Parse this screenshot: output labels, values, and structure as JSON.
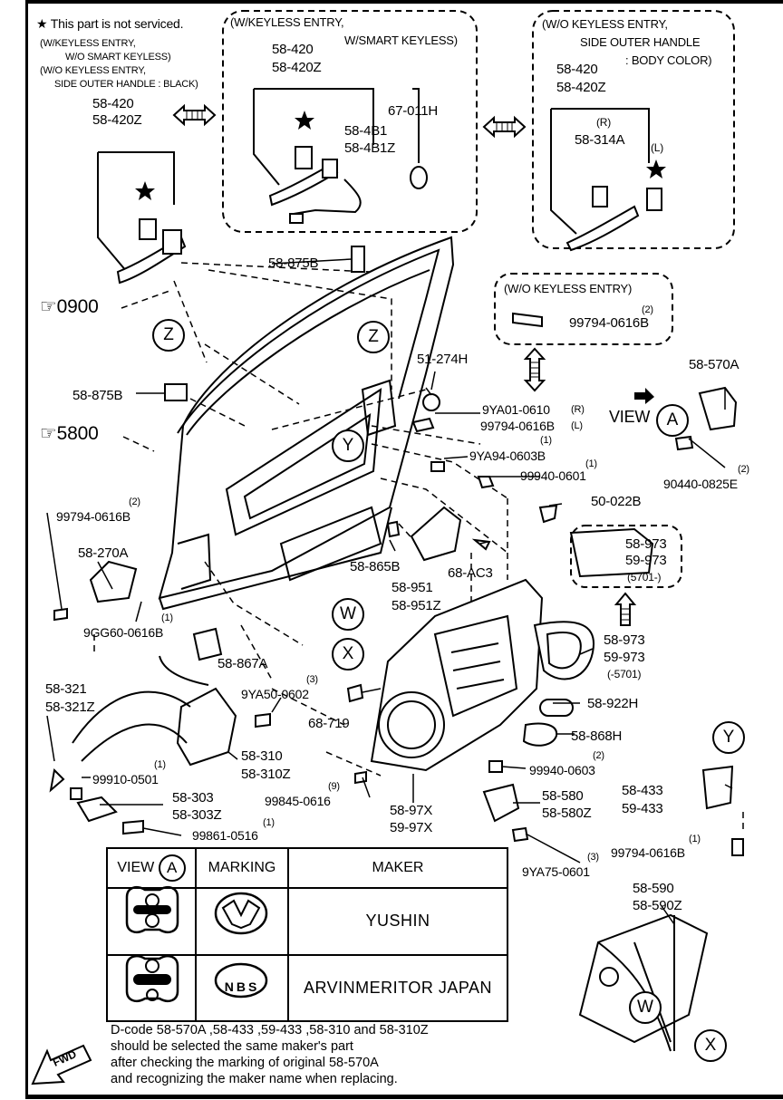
{
  "legend": {
    "star": "★",
    "text": "This part is not serviced."
  },
  "left_variant": {
    "l1": "(W/KEYLESS ENTRY,",
    "l2": "W/O SMART KEYLESS)",
    "l3": "(W/O KEYLESS ENTRY,",
    "l4": "SIDE OUTER HANDLE : BLACK)",
    "p1": "58-420",
    "p2": "58-420Z"
  },
  "box_smart": {
    "l1": "(W/KEYLESS ENTRY,",
    "l2": "W/SMART KEYLESS)",
    "p1": "58-420",
    "p2": "58-420Z",
    "p3": "58-4B1",
    "p4": "58-4B1Z",
    "p5": "67-011H"
  },
  "box_body_color": {
    "l1": "(W/O KEYLESS ENTRY,",
    "l2": "SIDE OUTER HANDLE",
    "l3": ": BODY COLOR)",
    "p1": "58-420",
    "p2": "58-420Z",
    "r": "(R)",
    "p3": "58-314A",
    "l": "(L)"
  },
  "box_wo_keyless": {
    "title": "(W/O KEYLESS ENTRY)",
    "qty": "(2)",
    "part": "99794-0616B"
  },
  "refs": {
    "r0900": "0900",
    "r5800": "5800"
  },
  "circles": {
    "z": "Z",
    "y": "Y",
    "w": "W",
    "x": "X",
    "a": "A"
  },
  "parts": {
    "p58875b_top": "58-875B",
    "p58875b": "58-875B",
    "p51274h": "51-274H",
    "p9ya01": "9YA01-0610",
    "p9ya01_r": "(R)",
    "p99794a": "99794-0616B",
    "p99794a_l": "(L)",
    "q1a": "(1)",
    "p9ya94": "9YA94-0603B",
    "q1b": "(1)",
    "p99940a": "99940-0601",
    "p50022b": "50-022B",
    "p58570a": "58-570A",
    "view": "VIEW",
    "p90440": "90440-0825E",
    "q2a": "(2)",
    "q2b": "(2)",
    "p99794b": "99794-0616B",
    "p58270a": "58-270A",
    "q1c": "(1)",
    "p9gg60": "9GG60-0616B",
    "p58865b": "58-865B",
    "p68ac3": "68-AC3",
    "p58951": "58-951",
    "p58951z": "58-951Z",
    "p58973a": "58-973",
    "p59973a": "59-973",
    "p5701a": "(5701-)",
    "p58867a": "58-867A",
    "p58973b": "58-973",
    "p59973b": "59-973",
    "p5701b": "(-5701)",
    "p58321": "58-321",
    "p58321z": "58-321Z",
    "q3a": "(3)",
    "p9ya50": "9YA50-0602",
    "p68719": "68-719",
    "p58922h": "58-922H",
    "p58868h": "58-868H",
    "p58310": "58-310",
    "p58310z": "58-310Z",
    "q1d": "(1)",
    "p99910": "99910-0501",
    "q2c": "(2)",
    "p99940b": "99940-0603",
    "p58303": "58-303",
    "p58303z": "58-303Z",
    "q9": "(9)",
    "p99845": "99845-0616",
    "p58580": "58-580",
    "p58580z": "58-580Z",
    "p58433": "58-433",
    "p59433": "59-433",
    "q1e": "(1)",
    "p99861": "99861-0516",
    "p5897x": "58-97X",
    "p5997x": "59-97X",
    "q1f": "(1)",
    "p99794c": "99794-0616B",
    "q3b": "(3)",
    "p9ya75": "9YA75-0601",
    "p58590": "58-590",
    "p58590z": "58-590Z"
  },
  "table": {
    "h_view": "VIEW",
    "h_marking": "MARKING",
    "h_maker": "MAKER",
    "row1_maker": "YUSHIN",
    "row2_mark": "NBS",
    "row2_maker": "ARVINMERITOR JAPAN"
  },
  "note": {
    "l1": "D-code  58-570A ,58-433 ,59-433 ,58-310 and  58-310Z",
    "l2": "should be selected the same maker's part",
    "l3": "after checking the marking of original  58-570A",
    "l4": "and recognizing the maker name when replacing."
  },
  "fwd": "FWD"
}
